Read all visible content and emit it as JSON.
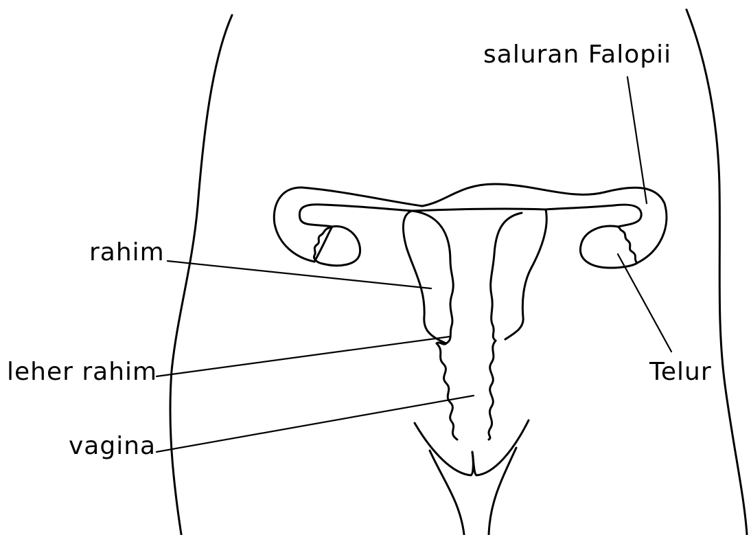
{
  "labels": {
    "fallopian_tube": "saluran Falopii",
    "uterus": "rahim",
    "cervix": "leher rahim",
    "vagina": "vagina",
    "egg": "Telur"
  },
  "colors": {
    "stroke": "#000000",
    "background": "#ffffff"
  }
}
